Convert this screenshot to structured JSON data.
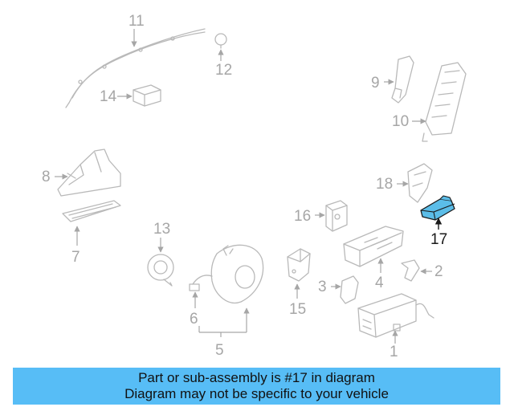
{
  "diagram": {
    "highlighted_part": "17",
    "highlight_color": "#5bbde8",
    "part_labels": [
      "1",
      "2",
      "3",
      "4",
      "5",
      "6",
      "7",
      "8",
      "9",
      "10",
      "11",
      "12",
      "13",
      "14",
      "15",
      "16",
      "17",
      "18"
    ]
  },
  "banner": {
    "line1": "Part or sub-assembly is #17 in diagram",
    "line2": "Diagram may not be specific to your vehicle",
    "background": "#57bdf6"
  }
}
